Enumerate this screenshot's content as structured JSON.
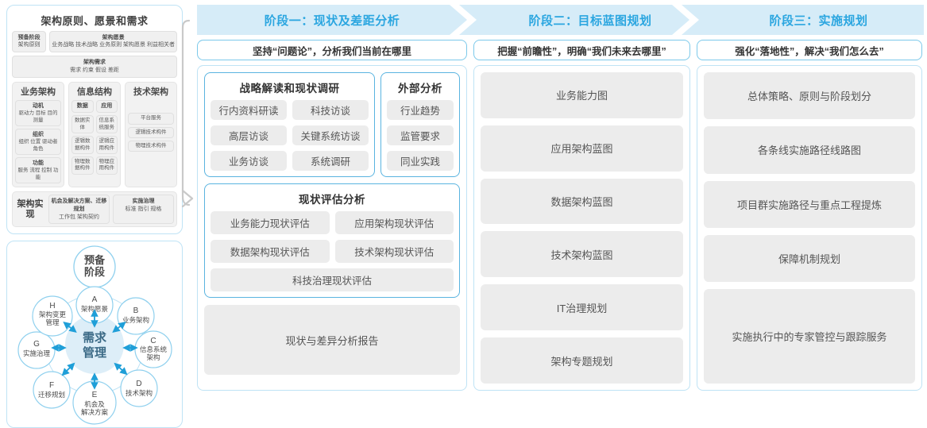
{
  "togaf": {
    "title": "架构原则、愿景和需求",
    "prep": {
      "line1": "预备阶段",
      "line2": "架构原则"
    },
    "vision": {
      "title": "架构愿景",
      "items": "业务战略 技术战略 业务原则 架构愿景 利益相关者"
    },
    "requirements": {
      "title": "架构需求",
      "items": "需求  约束  假设  差距"
    },
    "pillars": [
      {
        "title": "业务架构",
        "columns": [
          [
            {
              "head": "动机",
              "body": "驱动力 目标 目的 测量"
            },
            {
              "head": "组织",
              "body": "组织 位置 驱动者 角色"
            },
            {
              "head": "功能",
              "body": "服务 流程 控制 功能"
            }
          ]
        ]
      },
      {
        "title": "信息结构",
        "columns": [
          [
            {
              "head": "数据",
              "body": ""
            },
            {
              "head": "",
              "body": "数据实体"
            },
            {
              "head": "",
              "body": "逻辑数据构件"
            },
            {
              "head": "",
              "body": "物理数据构件"
            }
          ],
          [
            {
              "head": "应用",
              "body": ""
            },
            {
              "head": "",
              "body": "信息系统服务"
            },
            {
              "head": "",
              "body": "逻辑应用构件"
            },
            {
              "head": "",
              "body": "物理应用构件"
            }
          ]
        ]
      },
      {
        "title": "技术架构",
        "columns": [
          [
            {
              "head": "",
              "body": "平台服务"
            },
            {
              "head": "",
              "body": "逻辑技术构件"
            },
            {
              "head": "",
              "body": "物理技术构件"
            }
          ]
        ]
      }
    ],
    "bottom": {
      "label": "架构实现",
      "cells": [
        {
          "head": "机会及解决方案、迁移规划",
          "body": "工作包  架构契约"
        },
        {
          "head": "实施治理",
          "body": "标准  指引  规格"
        }
      ]
    }
  },
  "cycle": {
    "top": "预备阶段",
    "center": "需求管理",
    "nodes": [
      {
        "key": "A",
        "label": "架构愿景"
      },
      {
        "key": "B",
        "label": "业务架构"
      },
      {
        "key": "C",
        "label": "信息系统架构"
      },
      {
        "key": "D",
        "label": "技术架构"
      },
      {
        "key": "E",
        "label": "机会及解决方案"
      },
      {
        "key": "F",
        "label": "迁移规划"
      },
      {
        "key": "G",
        "label": "实施治理"
      },
      {
        "key": "H",
        "label": "架构变更管理"
      }
    ]
  },
  "stages": [
    {
      "banner": "阶段一：现状及差距分析",
      "subtitle": "坚持“问题论”，分析我们当前在哪里"
    },
    {
      "banner": "阶段二：目标蓝图规划",
      "subtitle": "把握“前瞻性”，明确“我们未来去哪里”"
    },
    {
      "banner": "阶段三：实施规划",
      "subtitle": "强化“落地性”，解决“我们怎么去”"
    }
  ],
  "stage1": {
    "research": {
      "title": "战略解读和现状调研",
      "items": [
        "行内资料研读",
        "科技访谈",
        "高层访谈",
        "关键系统访谈",
        "业务访谈",
        "系统调研"
      ]
    },
    "external": {
      "title": "外部分析",
      "items": [
        "行业趋势",
        "监管要求",
        "同业实践"
      ]
    },
    "assessment": {
      "title": "现状评估分析",
      "items": [
        "业务能力现状评估",
        "应用架构现状评估",
        "数据架构现状评估",
        "技术架构现状评估"
      ],
      "wide_item": "科技治理现状评估"
    },
    "report": "现状与差异分析报告"
  },
  "stage2": {
    "items": [
      "业务能力图",
      "应用架构蓝图",
      "数据架构蓝图",
      "技术架构蓝图",
      "IT治理规划",
      "架构专题规划"
    ]
  },
  "stage3": {
    "items": [
      "总体策略、原则与阶段划分",
      "各条线实施路径线路图",
      "项目群实施路径与重点工程提炼",
      "保障机制规划",
      "实施执行中的专家管控与跟踪服务"
    ]
  },
  "colors": {
    "accent": "#2ba6e0",
    "banner_fill": "#d6ecf8",
    "panel_border": "#bfe3f5",
    "card_border": "#5ab4e0",
    "chip_bg": "#ececec",
    "text": "#404040"
  }
}
